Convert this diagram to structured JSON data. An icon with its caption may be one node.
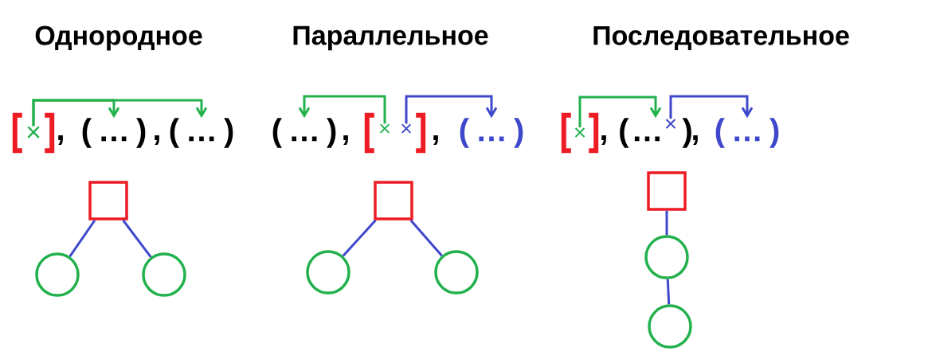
{
  "diagram": {
    "nodes": [
      {
        "text": [],
        "shape": "bracket"
      },
      {
        "text": [
          "×"
        ],
        "in": 0
      },
      {
        "text": [
          "(",
          "…",
          ")"
        ]
      },
      {
        "text": [
          "(",
          "…",
          ")"
        ]
      },
      {
        "text": [
          "(",
          "…",
          ")"
        ]
      },
      {
        "text": [],
        "shape": "bracket"
      },
      {
        "text": [
          "×"
        ],
        "in": 5
      },
      {
        "text": [
          "×"
        ],
        "in": 5
      },
      {
        "text": [
          "(",
          "…",
          ")"
        ]
      },
      {
        "text": [],
        "shape": "bracket"
      },
      {
        "text": [
          "×"
        ],
        "in": 9
      },
      {
        "text": [
          "(",
          "…",
          ")"
        ]
      },
      {
        "text": [
          "×"
        ],
        "in": 11
      },
      {
        "text": [
          "(",
          "…",
          ")"
        ]
      },
      {
        "text": [],
        "shape": "box"
      },
      {
        "text": [],
        "shape": "circle"
      },
      {
        "text": [],
        "shape": "circle"
      },
      {
        "text": [],
        "shape": "box"
      },
      {
        "text": [],
        "shape": "circle"
      },
      {
        "text": [],
        "shape": "circle"
      },
      {
        "text": [],
        "shape": "box"
      },
      {
        "text": [],
        "shape": "circle"
      },
      {
        "text": [],
        "shape": "circle"
      }
    ],
    "edges": [
      {
        "from": 1,
        "to": 2,
        "arrow": "to",
        "color": "#22b14c"
      },
      {
        "from": 1,
        "to": 3,
        "arrow": "to",
        "color": "#22b14c"
      },
      {
        "from": 6,
        "to": 4,
        "arrow": "to",
        "color": "#22b14c"
      },
      {
        "from": 7,
        "to": 8,
        "arrow": "to"
      },
      {
        "from": 10,
        "to": 11,
        "arrow": "to",
        "color": "#22b14c"
      },
      {
        "from": 12,
        "to": 13,
        "arrow": "to"
      },
      {
        "from": 14,
        "to": 15,
        "arrow": "none"
      },
      {
        "from": 14,
        "to": 16,
        "arrow": "none"
      },
      {
        "from": 17,
        "to": 18,
        "arrow": "none"
      },
      {
        "from": 17,
        "to": 19,
        "arrow": "none"
      },
      {
        "from": 20,
        "to": 21,
        "arrow": "none"
      },
      {
        "from": 21,
        "to": 22,
        "arrow": "none"
      }
    ],
    "labels": [
      "Однородное",
      "Параллельное",
      "Последовательное",
      ",",
      ",",
      ",",
      ",",
      ",",
      ","
    ]
  }
}
